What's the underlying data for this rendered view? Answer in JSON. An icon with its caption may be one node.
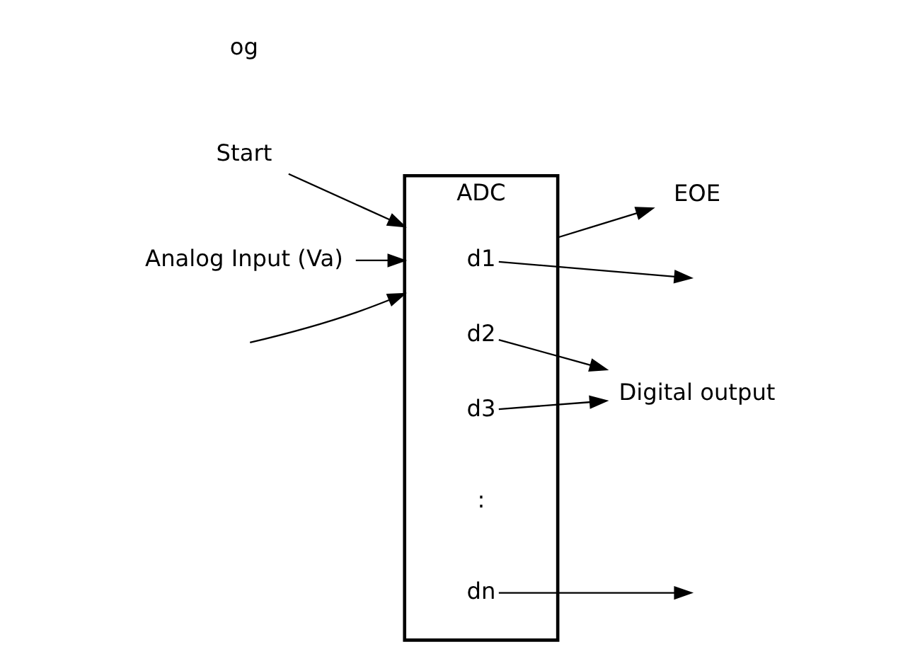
{
  "diagram": {
    "nodes": [
      {
        "text": [
          "ADC"
        ]
      },
      {
        "text": [
          "d1"
        ],
        "in": 0
      },
      {
        "text": [
          "d2"
        ],
        "in": 0
      },
      {
        "text": [
          "d3"
        ],
        "in": 0
      },
      {
        "text": [
          "dn"
        ],
        "in": 0
      },
      {
        "text": [
          "Start"
        ]
      },
      {
        "text": [
          "EOE"
        ]
      },
      {
        "text": [
          "Analog Input (Va)"
        ]
      },
      {
        "text": [
          "Digital output"
        ]
      }
    ],
    "edges": [
      {
        "from": 5,
        "to": 0,
        "arrow": "to"
      },
      {
        "from": 0,
        "to": 6,
        "arrow": "to"
      },
      {
        "from": 7,
        "to": 0,
        "arrow": "to"
      },
      {
        "from": 1,
        "to": null,
        "arrow": "to"
      },
      {
        "from": 2,
        "to": 8,
        "arrow": "to"
      },
      {
        "from": 3,
        "to": 8,
        "arrow": "to"
      },
      {
        "from": 4,
        "to": null,
        "arrow": "to"
      },
      {
        "from": null,
        "to": 0,
        "arrow": "to"
      }
    ],
    "labels": [
      "og",
      ":"
    ]
  }
}
